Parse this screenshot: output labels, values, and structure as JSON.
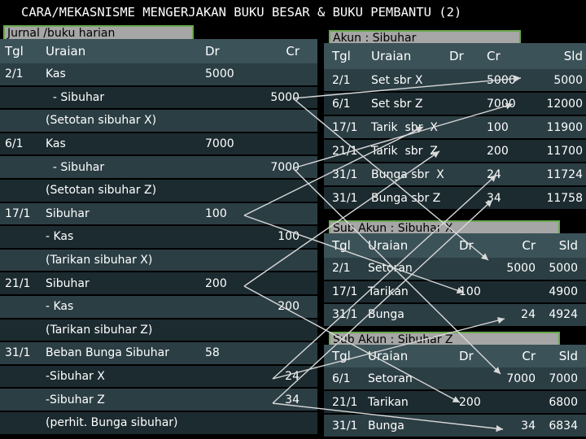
{
  "title": "CARA/MEKASNISME MENGERJAKAN BUKU BESAR & BUKU PEMBANTU (2)",
  "jurnal": {
    "label": "Jurnal /buku harian",
    "headers": {
      "tgl": "Tgl",
      "uraian": "Uraian",
      "dr": "Dr",
      "cr": "Cr"
    },
    "rows": [
      {
        "tgl": "2/1",
        "uraian": "Kas",
        "dr": "5000",
        "cr": ""
      },
      {
        "tgl": "",
        "uraian": "  - Sibuhar",
        "dr": "",
        "cr": "5000"
      },
      {
        "tgl": "",
        "uraian": "(Setotan sibuhar X)",
        "dr": "",
        "cr": ""
      },
      {
        "tgl": "6/1",
        "uraian": "Kas",
        "dr": "7000",
        "cr": ""
      },
      {
        "tgl": "",
        "uraian": "  - Sibuhar",
        "dr": "",
        "cr": "7000"
      },
      {
        "tgl": "",
        "uraian": "(Setotan sibuhar Z)",
        "dr": "",
        "cr": ""
      },
      {
        "tgl": "17/1",
        "uraian": "Sibuhar",
        "dr": "100",
        "cr": ""
      },
      {
        "tgl": "",
        "uraian": "- Kas",
        "dr": "",
        "cr": "100"
      },
      {
        "tgl": "",
        "uraian": "(Tarikan sibuhar X)",
        "dr": "",
        "cr": ""
      },
      {
        "tgl": "21/1",
        "uraian": "Sibuhar",
        "dr": "200",
        "cr": ""
      },
      {
        "tgl": "",
        "uraian": "- Kas",
        "dr": "",
        "cr": "200"
      },
      {
        "tgl": "",
        "uraian": "(Tarikan sibuhar Z)",
        "dr": "",
        "cr": ""
      },
      {
        "tgl": "31/1",
        "uraian": "Beban Bunga Sibuhar",
        "dr": "58",
        "cr": ""
      },
      {
        "tgl": "",
        "uraian": "-Sibuhar X",
        "dr": "",
        "cr": "24"
      },
      {
        "tgl": "",
        "uraian": "-Sibuhar Z",
        "dr": "",
        "cr": "34"
      },
      {
        "tgl": "",
        "uraian": "(perhit. Bunga sibuhar)",
        "dr": "",
        "cr": ""
      }
    ]
  },
  "akun": {
    "label": "Akun : Sibuhar",
    "headers": {
      "tgl": "Tgl",
      "uraian": "Uraian",
      "dr": "Dr",
      "cr": "Cr",
      "sld": "Sld"
    },
    "rows": [
      {
        "tgl": "2/1",
        "uraian": "Set sbr X",
        "dr": "",
        "cr": "5000",
        "sld": "5000"
      },
      {
        "tgl": "6/1",
        "uraian": "Set sbr Z",
        "dr": "",
        "cr": "7000",
        "sld": "12000"
      },
      {
        "tgl": "17/1",
        "uraian": "Tarik  sbr  X",
        "dr": "",
        "cr": "100",
        "sld": "11900"
      },
      {
        "tgl": "21/1",
        "uraian": "Tarik  sbr  Z",
        "dr": "",
        "cr": "200",
        "sld": "11700"
      },
      {
        "tgl": "31/1",
        "uraian": "Bunga sbr  X",
        "dr": "",
        "cr": "24",
        "sld": "11724"
      },
      {
        "tgl": "31/1",
        "uraian": "Bunga sbr Z",
        "dr": "",
        "cr": "34",
        "sld": "11758"
      }
    ]
  },
  "subx": {
    "label": "Sub Akun : Sibuhar  X",
    "headers": {
      "tgl": "Tgl",
      "uraian": "Uraian",
      "dr": "Dr",
      "cr": "Cr",
      "sld": "Sld"
    },
    "rows": [
      {
        "tgl": "2/1",
        "uraian": "Setoran",
        "dr": "",
        "cr": "5000",
        "sld": "5000"
      },
      {
        "tgl": "17/1",
        "uraian": "Tarikan",
        "dr": "100",
        "cr": "",
        "sld": "4900"
      },
      {
        "tgl": "31/1",
        "uraian": "Bunga",
        "dr": "",
        "cr": "24",
        "sld": "4924"
      }
    ]
  },
  "subz": {
    "label": "Sub Akun : Sibuhar  Z",
    "headers": {
      "tgl": "Tgl",
      "uraian": "Uraian",
      "dr": "Dr",
      "cr": "Cr",
      "sld": "Sld"
    },
    "rows": [
      {
        "tgl": "6/1",
        "uraian": "Setoran",
        "dr": "",
        "cr": "7000",
        "sld": "7000"
      },
      {
        "tgl": "21/1",
        "uraian": "Tarikan",
        "dr": "200",
        "cr": "",
        "sld": "6800"
      },
      {
        "tgl": "31/1",
        "uraian": "Bunga",
        "dr": "",
        "cr": "34",
        "sld": "6834"
      }
    ]
  }
}
